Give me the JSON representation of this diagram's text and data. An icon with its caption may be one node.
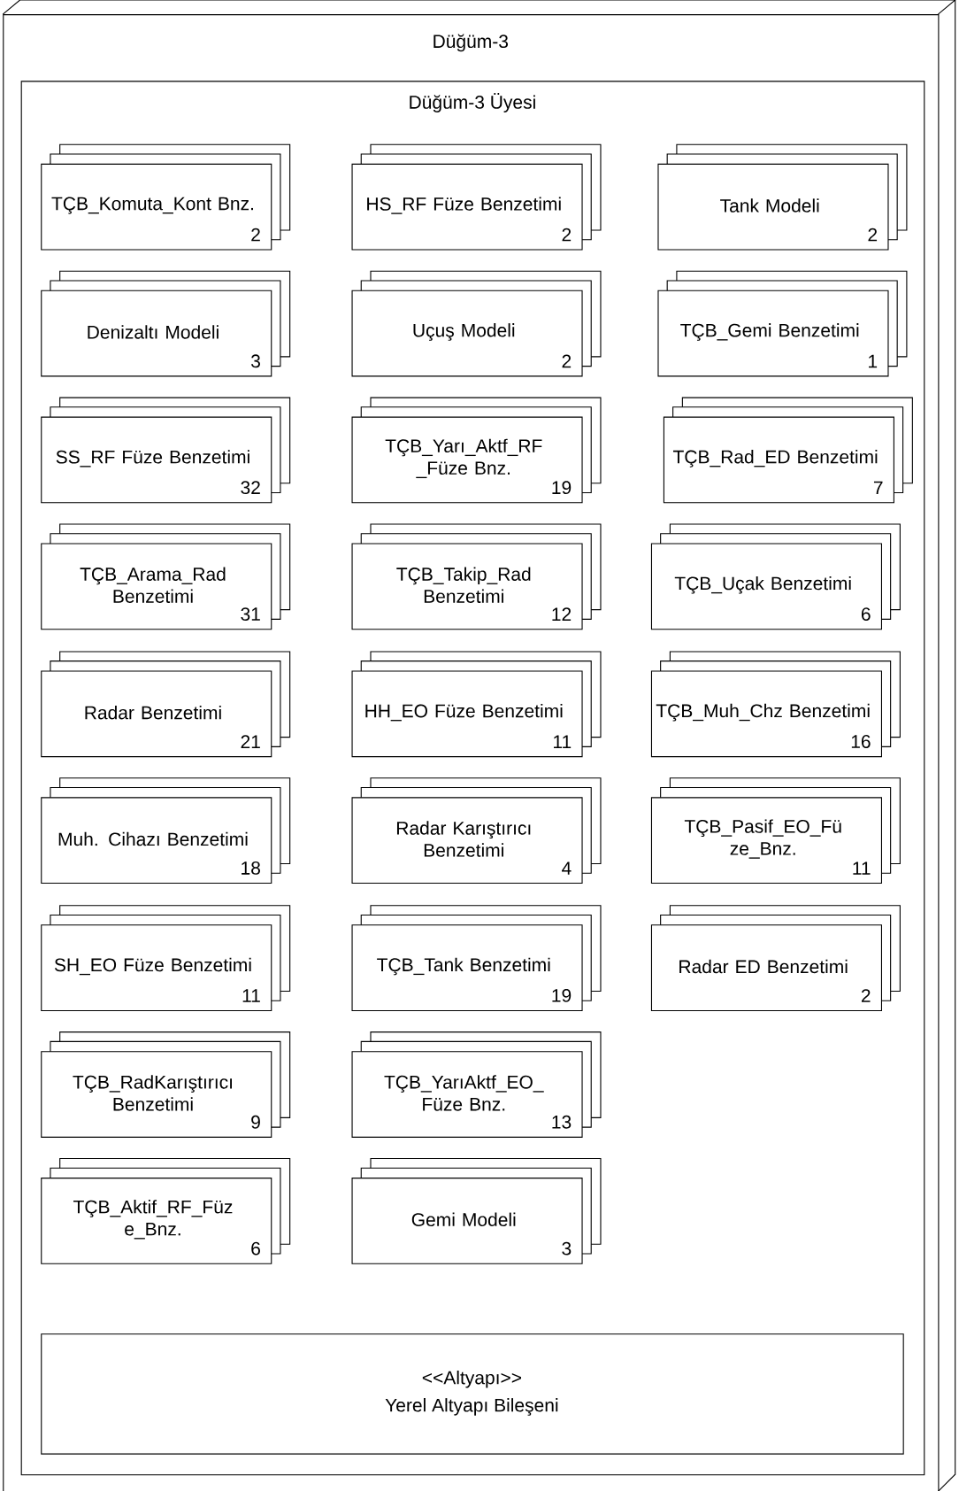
{
  "diagram": {
    "nodes": [
      {
        "text": [
          "Düğüm-3"
        ]
      },
      {
        "text": [
          "Düğüm-3 Üyesi"
        ],
        "in": 0
      },
      {
        "text": [
          "TÇB_Komuta_Kont Bnz.",
          "2"
        ],
        "in": 1
      },
      {
        "text": [
          "HS_RF Füze Benzetimi",
          "2"
        ],
        "in": 1
      },
      {
        "text": [
          "Tank Modeli",
          "2"
        ],
        "in": 1
      },
      {
        "text": [
          "Denizaltı Modeli",
          "3"
        ],
        "in": 1
      },
      {
        "text": [
          "Uçuş Modeli",
          "2"
        ],
        "in": 1
      },
      {
        "text": [
          "TÇB_Gemi Benzetimi",
          "1"
        ],
        "in": 1
      },
      {
        "text": [
          "SS_RF Füze Benzetimi",
          "32"
        ],
        "in": 1
      },
      {
        "text": [
          "TÇB_Yarı_Aktf_RF _Füze Bnz.",
          "19"
        ],
        "in": 1
      },
      {
        "text": [
          "TÇB_Rad_ED Benzetimi",
          "7"
        ],
        "in": 1
      },
      {
        "text": [
          "TÇB_Arama_Rad Benzetimi",
          "31"
        ],
        "in": 1
      },
      {
        "text": [
          "TÇB_Takip_Rad Benzetimi",
          "12"
        ],
        "in": 1
      },
      {
        "text": [
          "TÇB_Uçak Benzetimi",
          "6"
        ],
        "in": 1
      },
      {
        "text": [
          "Radar Benzetimi",
          "21"
        ],
        "in": 1
      },
      {
        "text": [
          "HH_EO Füze Benzetimi",
          "11"
        ],
        "in": 1
      },
      {
        "text": [
          "TÇB_Muh_Chz Benzetimi",
          "16"
        ],
        "in": 1
      },
      {
        "text": [
          "Muh. Cihazı Benzetimi",
          "18"
        ],
        "in": 1
      },
      {
        "text": [
          "Radar Karıştırıcı Benzetimi",
          "4"
        ],
        "in": 1
      },
      {
        "text": [
          "TÇB_Pasif_EO_Fü ze_Bnz.",
          "11"
        ],
        "in": 1
      },
      {
        "text": [
          "SH_EO Füze Benzetimi",
          "11"
        ],
        "in": 1
      },
      {
        "text": [
          "TÇB_Tank Benzetimi",
          "19"
        ],
        "in": 1
      },
      {
        "text": [
          "Radar ED Benzetimi",
          "2"
        ],
        "in": 1
      },
      {
        "text": [
          "TÇB_RadKarıştırıcı Benzetimi",
          "9"
        ],
        "in": 1
      },
      {
        "text": [
          "TÇB_YarıAktf_EO_ Füze Bnz.",
          "13"
        ],
        "in": 1
      },
      {
        "text": [
          "TÇB_Aktif_RF_Füz e_Bnz.",
          "6"
        ],
        "in": 1
      },
      {
        "text": [
          "Gemi Modeli",
          "3"
        ],
        "in": 1
      },
      {
        "text": [
          "<<Altyapı>>",
          "Yerel Altyapı Bileşeni"
        ],
        "in": 1
      }
    ]
  }
}
